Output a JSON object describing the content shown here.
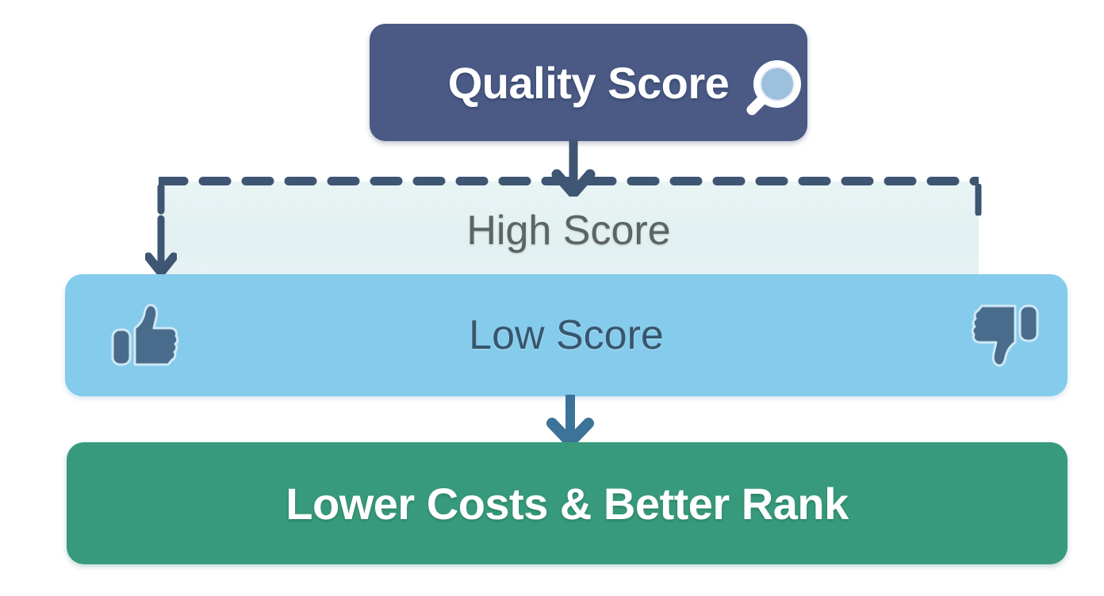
{
  "diagram": {
    "title": "Quality Score flow",
    "background_color": "#ffffff",
    "nodes": {
      "quality": {
        "label": "Quality Score",
        "icon": "magnifying-glass-icon",
        "fill": "#4a5a85",
        "text_color": "#ffffff"
      },
      "high_score": {
        "label": "High Score",
        "fill": "#e4f1f2",
        "text_color": "#5d6363",
        "border_style": "dashed",
        "border_color": "#3e5673"
      },
      "low_score": {
        "label": "Low Score",
        "fill": "#85cbec",
        "text_color": "#37566e",
        "left_icon": "thumbs-up-icon",
        "right_icon": "thumbs-down-icon",
        "icon_color": "#4a6c8c"
      },
      "result": {
        "label": "Lower Costs & Better Rank",
        "fill": "#389a7c",
        "text_color": "#ffffff"
      }
    },
    "connectors": {
      "quality_to_high": {
        "style": "solid",
        "direction": "down",
        "color": "#3e5673"
      },
      "high_branch_left": {
        "style": "dashed",
        "direction": "down",
        "color": "#3e5673"
      },
      "low_to_result": {
        "style": "solid",
        "direction": "down",
        "color": "#3d7399"
      }
    }
  }
}
